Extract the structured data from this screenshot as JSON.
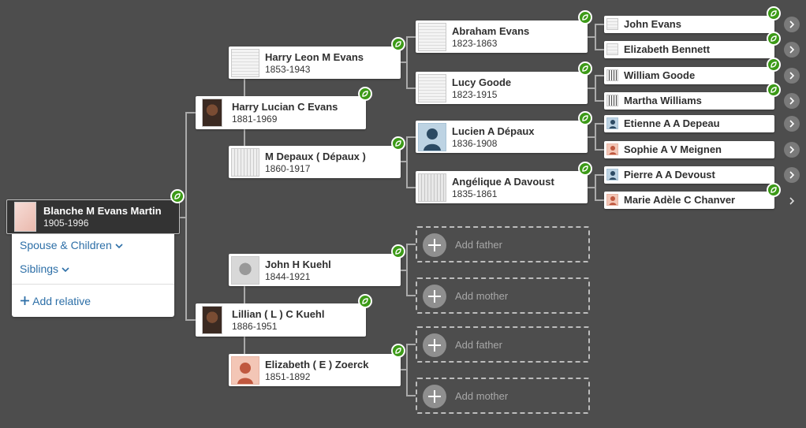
{
  "people": {
    "root": {
      "name": "Blanche M Evans Martin",
      "dates": "1905-1996"
    },
    "harry_lucian": {
      "name": "Harry Lucian C Evans",
      "dates": "1881-1969"
    },
    "lillian": {
      "name": "Lillian ( L ) C Kuehl",
      "dates": "1886-1951"
    },
    "harry_leon": {
      "name": "Harry Leon M Evans",
      "dates": "1853-1943"
    },
    "m_depaux": {
      "name": "M Depaux ( Dépaux )",
      "dates": "1860-1917"
    },
    "john_kuehl": {
      "name": "John H Kuehl",
      "dates": "1844-1921"
    },
    "elizabeth_zoerck": {
      "name": "Elizabeth ( E ) Zoerck",
      "dates": "1851-1892"
    },
    "abraham": {
      "name": "Abraham Evans",
      "dates": "1823-1863"
    },
    "lucy": {
      "name": "Lucy Goode",
      "dates": "1823-1915"
    },
    "lucien": {
      "name": "Lucien A Dépaux",
      "dates": "1836-1908"
    },
    "angelique": {
      "name": "Angélique A Davoust",
      "dates": "1835-1861"
    }
  },
  "small_people": [
    {
      "name": "John Evans"
    },
    {
      "name": "Elizabeth Bennett"
    },
    {
      "name": "William Goode"
    },
    {
      "name": "Martha Williams"
    },
    {
      "name": "Etienne A A Depeau"
    },
    {
      "name": "Sophie A V Meignen"
    },
    {
      "name": "Pierre A A Devoust"
    },
    {
      "name": "Marie Adèle C Chanver"
    }
  ],
  "add_father_label": "Add father",
  "add_mother_label": "Add mother",
  "panel": {
    "spouse_children": "Spouse & Children",
    "siblings": "Siblings",
    "add_relative": "Add relative"
  },
  "colors": {
    "background": "#4d4d4d",
    "hint_leaf": "#3c9a17",
    "link": "#2d6fa7"
  }
}
